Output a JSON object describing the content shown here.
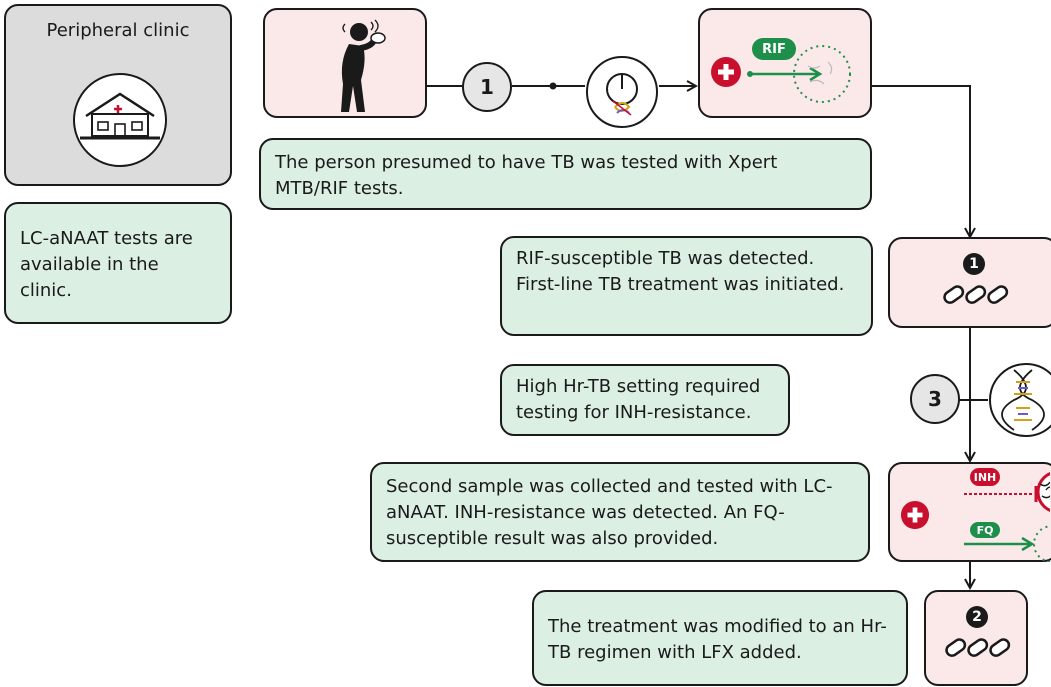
{
  "clinic": {
    "title": "Peripheral clinic",
    "note": "LC-aNAAT tests are available in the clinic."
  },
  "steps": {
    "step1_number": "1",
    "step3_number": "3",
    "regimen1_number": "1",
    "regimen2_number": "2"
  },
  "tags": {
    "rif": "RIF",
    "inh": "INH",
    "fq": "FQ"
  },
  "notes": {
    "xpert": "The person presumed to have TB was tested with Xpert MTB/RIF tests.",
    "rif_susceptible": "RIF-susceptible TB was detected. First-line TB treatment was initiated.",
    "high_hr": "High Hr-TB setting required testing for INH-resistance.",
    "second_sample": "Second sample was collected and tested with LC-aNAAT. INH-resistance was detected. An FQ-susceptible result was also provided.",
    "modified": "The treatment was modified to an Hr-TB regimen with LFX added."
  },
  "colors": {
    "green_box": "#dcefe3",
    "pink_box": "#fbe9e9",
    "grey_box": "#dcdcdc",
    "red_cross": "#c8102e",
    "green_tag": "#1e8f4a"
  }
}
